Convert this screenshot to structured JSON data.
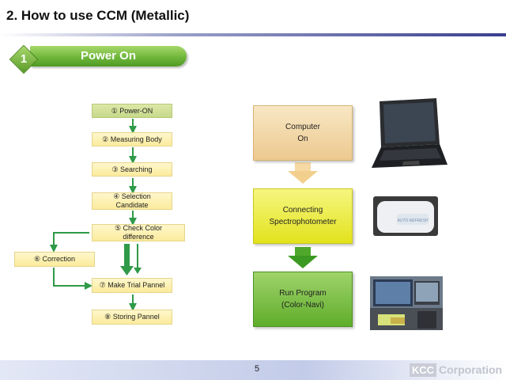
{
  "header": {
    "title": "2. How to use CCM  (Metallic)"
  },
  "section": {
    "number": "1",
    "label": "Power On"
  },
  "flow": {
    "steps": [
      {
        "num": "①",
        "text": "Power-ON"
      },
      {
        "num": "②",
        "text": "Measuring Body"
      },
      {
        "num": "③",
        "text": "Searching"
      },
      {
        "num": "④",
        "text": "Selection Candidate"
      },
      {
        "num": "⑤",
        "text": "Check Color difference"
      },
      {
        "num": "⑥",
        "text": "Correction"
      },
      {
        "num": "⑦",
        "text": "Make Trial Pannel"
      },
      {
        "num": "⑧",
        "text": "Storing Pannel"
      }
    ]
  },
  "process": {
    "blocks": [
      {
        "line1": "Computer",
        "line2": "On"
      },
      {
        "line1": "Connecting",
        "line2": "Spectrophotometer"
      },
      {
        "line1": "Run Program",
        "line2": "(Color-Navi)"
      }
    ],
    "images": {
      "laptop": "laptop-photo",
      "device": "spectrophotometer-photo",
      "screen": "program-screen-photo",
      "device_label": "AUTO REFRESH"
    }
  },
  "footer": {
    "page": "5",
    "logo_kcc": "KCC",
    "logo_corp": "Corporation"
  },
  "colors": {
    "accent_green": "#6fb73b",
    "arrow_green": "#2f9a48",
    "step_fill": "#fbeb9c",
    "title_rule": "#3b3f8f"
  }
}
